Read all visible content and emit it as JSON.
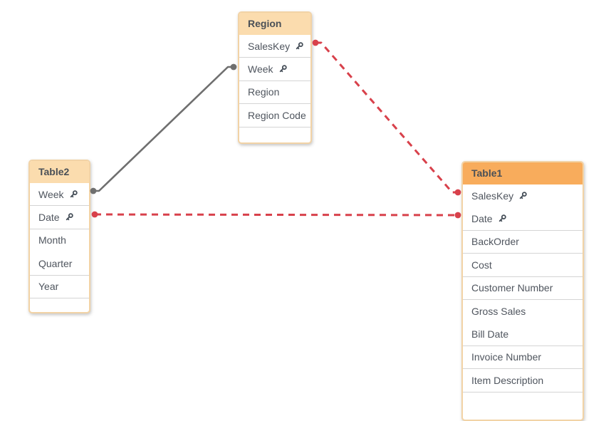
{
  "tables": [
    {
      "title": "Region",
      "fields": [
        {
          "label": "SalesKey",
          "key": true
        },
        {
          "label": "Week",
          "key": true
        },
        {
          "label": "Region",
          "key": false
        },
        {
          "label": "Region Code",
          "key": false
        }
      ]
    },
    {
      "title": "Table2",
      "fields": [
        {
          "label": "Week",
          "key": true
        },
        {
          "label": "Date",
          "key": true
        },
        {
          "label": "Month",
          "key": false
        },
        {
          "label": "Quarter",
          "key": false
        },
        {
          "label": "Year",
          "key": false
        }
      ]
    },
    {
      "title": "Table1",
      "fields": [
        {
          "label": "SalesKey",
          "key": true
        },
        {
          "label": "Date",
          "key": true
        },
        {
          "label": "BackOrder",
          "key": false
        },
        {
          "label": "Cost",
          "key": false
        },
        {
          "label": "Customer Number",
          "key": false
        },
        {
          "label": "Gross Sales",
          "key": false
        },
        {
          "label": "Bill Date",
          "key": false
        },
        {
          "label": "Invoice Number",
          "key": false
        },
        {
          "label": "Item Description",
          "key": false
        }
      ]
    }
  ],
  "connections": [
    {
      "from": "Table2.Week",
      "to": "Region.Week",
      "style": "solid",
      "color": "#6f6f6f"
    },
    {
      "from": "Region.SalesKey",
      "to": "Table1.SalesKey",
      "style": "dashed",
      "color": "#d8414b"
    },
    {
      "from": "Table2.Date",
      "to": "Table1.Date",
      "style": "dashed",
      "color": "#d8414b"
    }
  ],
  "colors": {
    "header_default": "#fbdcae",
    "header_highlight": "#f8ac5c",
    "card_border": "#f2d3a6",
    "row_divider": "#d4d4d4",
    "field_text": "#4f555e",
    "connector_red": "#d8414b",
    "connector_gray": "#6f6f6f",
    "background": "#ffffff"
  }
}
